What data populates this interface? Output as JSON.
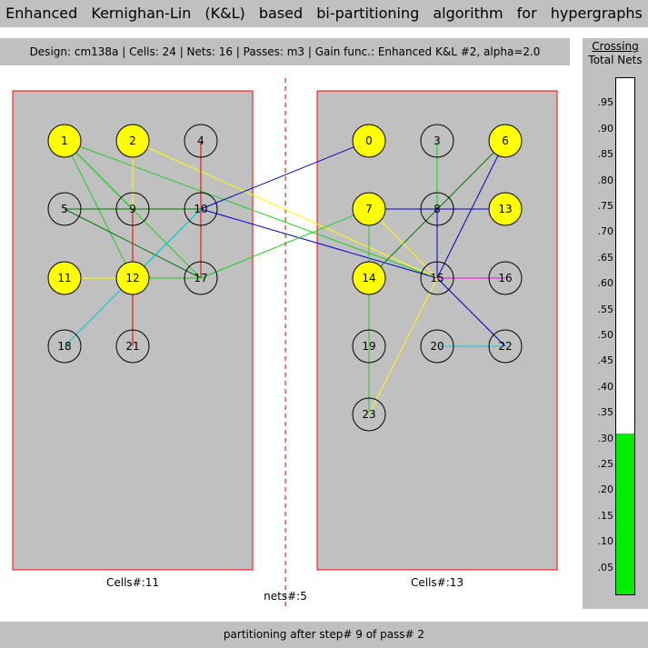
{
  "app": {
    "title": "Enhanced Kernighan-Lin (K&L) based bi-partitioning algorithm for hypergraphs"
  },
  "info": {
    "text": "Design: cm138a | Cells: 24 | Nets: 16 | Passes: m3 | Gain func.: Enhanced K&L #2, alpha=2.0"
  },
  "gauge": {
    "title": "Crossing",
    "subtitle": "Total Nets",
    "ticks": [
      ".95",
      ".90",
      ".85",
      ".80",
      ".75",
      ".70",
      ".65",
      ".60",
      ".55",
      ".50",
      ".45",
      ".40",
      ".35",
      ".30",
      ".25",
      ".20",
      ".15",
      ".10",
      ".05"
    ],
    "fill_fraction": 0.3125,
    "fill_color": "#00ee00"
  },
  "left_partition": {
    "label": "Cells#:11"
  },
  "right_partition": {
    "label": "Cells#:13"
  },
  "cut_label": "nets#:5",
  "status": {
    "text": "partitioning after step# 9 of pass# 2"
  },
  "colors": {
    "partition_fill": "#c0c0c0",
    "partition_border": "#ff0000",
    "highlight_cell": "#ffff00"
  },
  "cells": [
    {
      "id": "0",
      "highlight": true
    },
    {
      "id": "1",
      "highlight": true
    },
    {
      "id": "2",
      "highlight": true
    },
    {
      "id": "3",
      "highlight": false
    },
    {
      "id": "4",
      "highlight": false
    },
    {
      "id": "5",
      "highlight": false
    },
    {
      "id": "6",
      "highlight": true
    },
    {
      "id": "7",
      "highlight": true
    },
    {
      "id": "8",
      "highlight": false
    },
    {
      "id": "9",
      "highlight": false
    },
    {
      "id": "10",
      "highlight": false
    },
    {
      "id": "11",
      "highlight": true
    },
    {
      "id": "12",
      "highlight": true
    },
    {
      "id": "13",
      "highlight": true
    },
    {
      "id": "14",
      "highlight": true
    },
    {
      "id": "15",
      "highlight": false
    },
    {
      "id": "16",
      "highlight": false
    },
    {
      "id": "17",
      "highlight": false
    },
    {
      "id": "18",
      "highlight": false
    },
    {
      "id": "19",
      "highlight": false
    },
    {
      "id": "20",
      "highlight": false
    },
    {
      "id": "21",
      "highlight": false
    },
    {
      "id": "22",
      "highlight": false
    },
    {
      "id": "23",
      "highlight": false
    }
  ],
  "edges": [
    {
      "from": "1",
      "to": "9",
      "color": "#22cc22"
    },
    {
      "from": "1",
      "to": "12",
      "color": "#22cc22"
    },
    {
      "from": "1",
      "to": "15",
      "color": "#22cc22"
    },
    {
      "from": "1",
      "to": "17",
      "color": "#22cc22"
    },
    {
      "from": "2",
      "to": "9",
      "color": "#ffff00"
    },
    {
      "from": "2",
      "to": "15",
      "color": "#ffff00"
    },
    {
      "from": "4",
      "to": "17",
      "color": "#dd0000"
    },
    {
      "from": "5",
      "to": "10",
      "color": "#007700"
    },
    {
      "from": "5",
      "to": "17",
      "color": "#007700"
    },
    {
      "from": "9",
      "to": "21",
      "color": "#dd0000"
    },
    {
      "from": "10",
      "to": "0",
      "color": "#0000cc"
    },
    {
      "from": "10",
      "to": "15",
      "color": "#0000cc"
    },
    {
      "from": "10",
      "to": "12",
      "color": "#00cccc"
    },
    {
      "from": "10",
      "to": "18",
      "color": "#00cccc"
    },
    {
      "from": "11",
      "to": "12",
      "color": "#ffff00"
    },
    {
      "from": "12",
      "to": "17",
      "color": "#22cc22"
    },
    {
      "from": "17",
      "to": "7",
      "color": "#22cc22"
    },
    {
      "from": "3",
      "to": "15",
      "color": "#22cc22"
    },
    {
      "from": "6",
      "to": "14",
      "color": "#007700"
    },
    {
      "from": "6",
      "to": "15",
      "color": "#0000cc"
    },
    {
      "from": "7",
      "to": "13",
      "color": "#0000cc"
    },
    {
      "from": "7",
      "to": "15",
      "color": "#ffff00"
    },
    {
      "from": "7",
      "to": "23",
      "color": "#22cc22"
    },
    {
      "from": "8",
      "to": "15",
      "color": "#0000cc"
    },
    {
      "from": "15",
      "to": "16",
      "color": "#ff00ff"
    },
    {
      "from": "15",
      "to": "22",
      "color": "#0000cc"
    },
    {
      "from": "15",
      "to": "23",
      "color": "#ffff00"
    },
    {
      "from": "20",
      "to": "22",
      "color": "#00cccc"
    }
  ]
}
